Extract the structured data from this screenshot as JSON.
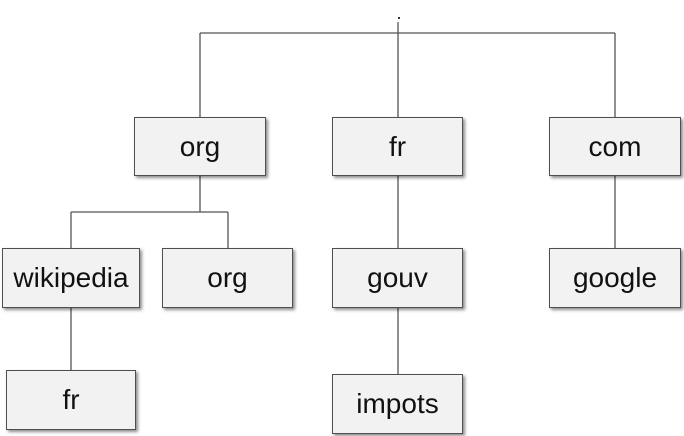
{
  "tree": {
    "root": {
      "label": "."
    },
    "level1": {
      "org": "org",
      "fr": "fr",
      "com": "com"
    },
    "level2": {
      "wikipedia": "wikipedia",
      "org": "org",
      "gouv": "gouv",
      "google": "google"
    },
    "level3": {
      "fr": "fr",
      "impots": "impots"
    }
  }
}
